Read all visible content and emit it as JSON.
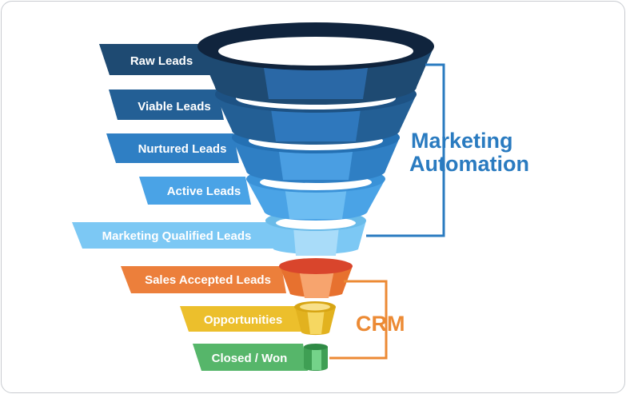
{
  "funnel": {
    "stages": [
      {
        "label": "Raw Leads",
        "color": "#1e4a72"
      },
      {
        "label": "Viable Leads",
        "color": "#235f95"
      },
      {
        "label": "Nurtured Leads",
        "color": "#2f7fc4"
      },
      {
        "label": "Active Leads",
        "color": "#4aa3e6"
      },
      {
        "label": "Marketing Qualified Leads",
        "color": "#7cc8f4"
      },
      {
        "label": "Sales Accepted Leads",
        "color": "#ec7f3b"
      },
      {
        "label": "Opportunities",
        "color": "#ecbf2c"
      },
      {
        "label": "Closed / Won",
        "color": "#56b66a"
      }
    ]
  },
  "groups": {
    "marketing": {
      "line1": "Marketing",
      "line2": "Automation",
      "color": "#2a7bc0"
    },
    "crm": {
      "label": "CRM",
      "color": "#ec8a34"
    }
  }
}
